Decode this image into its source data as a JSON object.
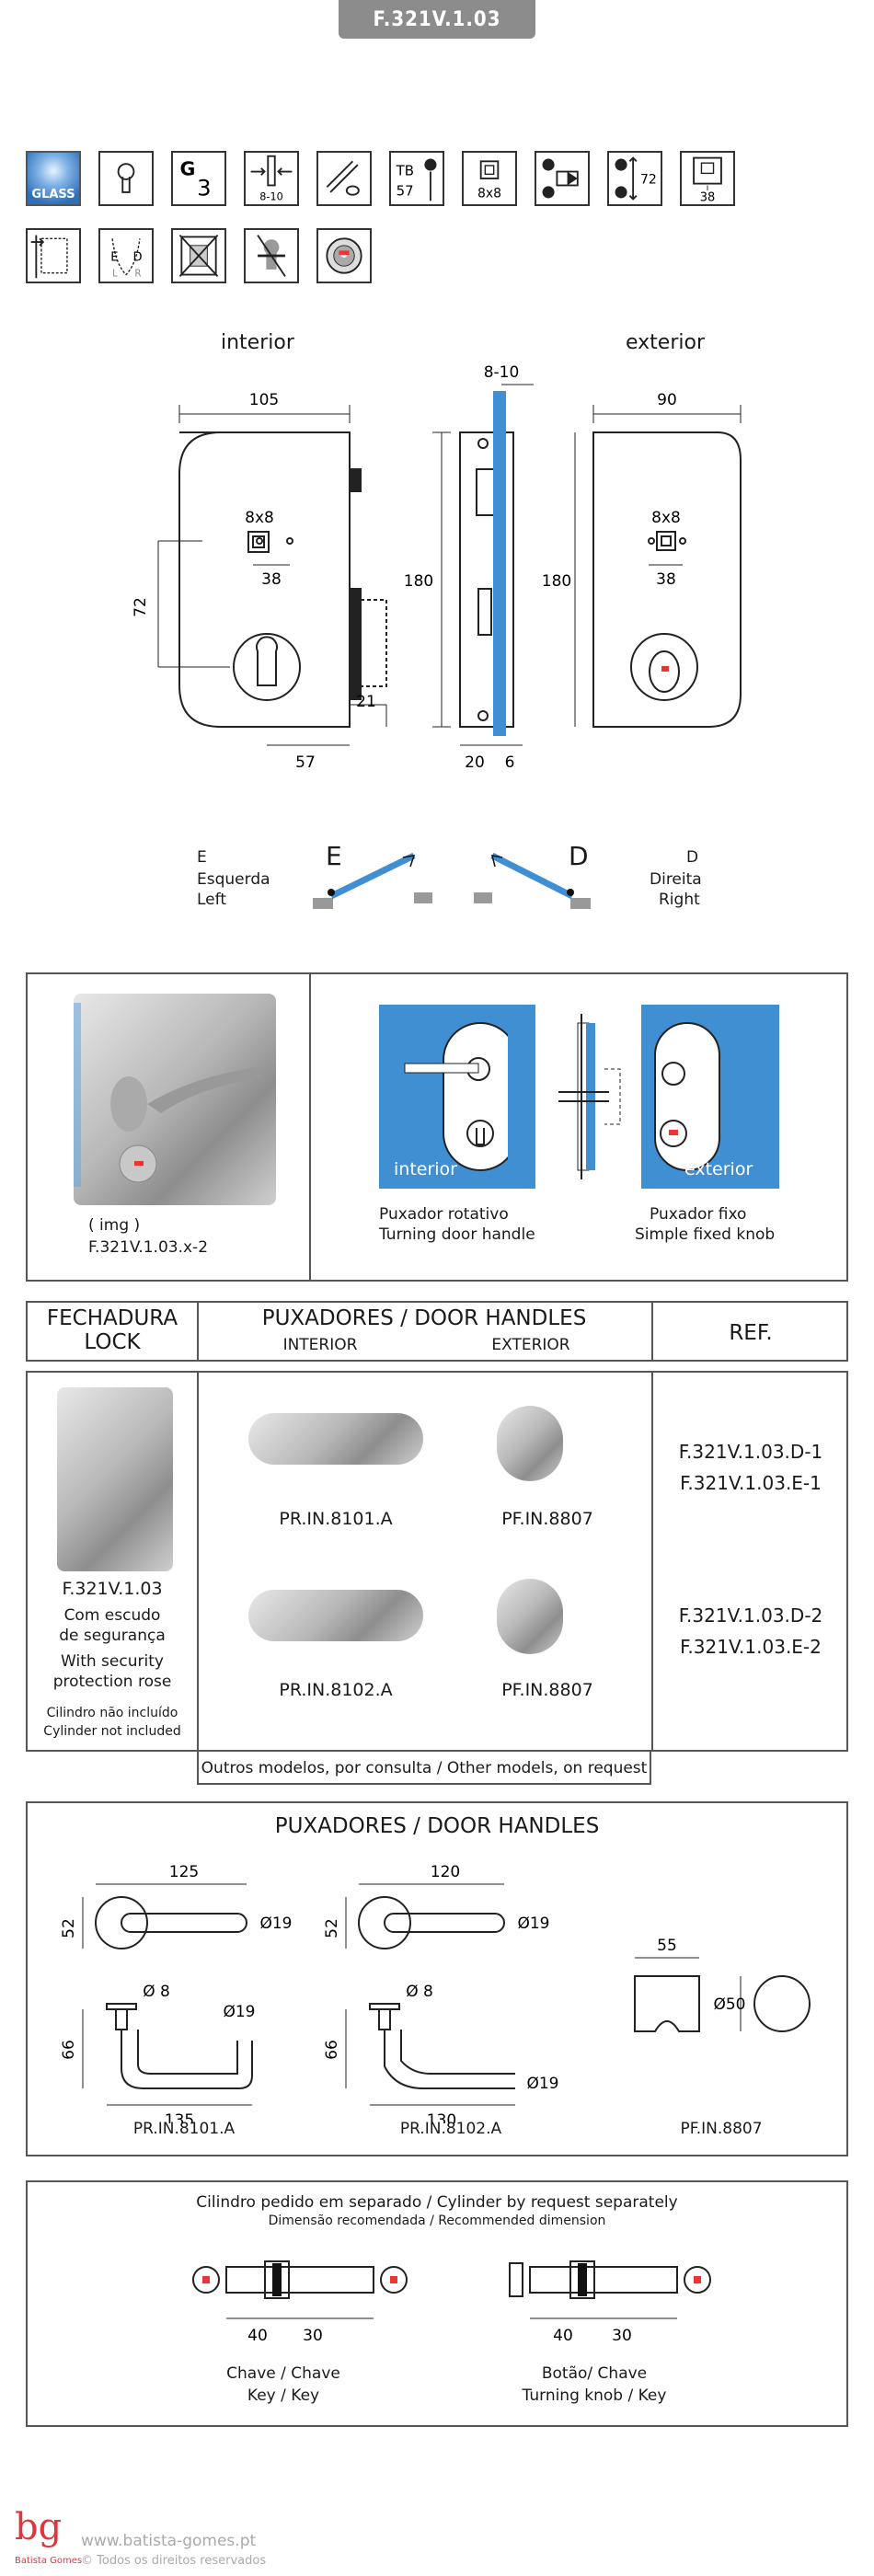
{
  "product_code": "F.321V.1.03",
  "icons_row1": [
    "glass-icon",
    "cylinder-profile-icon",
    "g3-icon",
    "glass-thickness-icon",
    "glass-clamp-icon",
    "tb-icon",
    "square-spindle-icon",
    "latch-icon",
    "height-icon",
    "lock-body-icon"
  ],
  "icons_row2": [
    "door-swing-icon",
    "left-right-hand-icon",
    "no-frame-icon",
    "no-cylinder-icon",
    "security-rose-icon"
  ],
  "icon_text": {
    "glass": "GLASS",
    "g3": "3",
    "thick": "8-10",
    "tb": "TB",
    "tb_val": "57",
    "sq": "8x8",
    "h": "72",
    "w": "38"
  },
  "drawing": {
    "interior_label": "interior",
    "exterior_label": "exterior",
    "dim_105": "105",
    "dim_90": "90",
    "dim_8_10": "8-10",
    "dim_8x8_a": "8x8",
    "dim_8x8_b": "8x8",
    "dim_38_a": "38",
    "dim_38_b": "38",
    "dim_72": "72",
    "dim_180_a": "180",
    "dim_180_b": "180",
    "dim_21": "21",
    "dim_57": "57",
    "dim_20": "20",
    "dim_6": "6"
  },
  "hand": {
    "e_letter": "E",
    "e_pt": "Esquerda",
    "e_en": "Left",
    "e_big": "E",
    "d_letter": "D",
    "d_pt": "Direita",
    "d_en": "Right",
    "d_big": "D"
  },
  "section1": {
    "img_label": "( img )",
    "img_ref": "F.321V.1.03.x-2",
    "interior": "interior",
    "exterior": "exterior",
    "left_pt": "Puxador rotativo",
    "left_en": "Turning door handle",
    "right_pt": "Puxador fixo",
    "right_en": "Simple fixed knob"
  },
  "table": {
    "col_lock": "FECHADURA",
    "col_lock2": "LOCK",
    "col_handles": "PUXADORES / DOOR HANDLES",
    "sub_interior": "INTERIOR",
    "sub_exterior": "EXTERIOR",
    "col_ref": "REF.",
    "lock_code": "F.321V.1.03",
    "lock_pt1": "Com escudo",
    "lock_pt2": "de segurança",
    "lock_en1": "With security",
    "lock_en2": "protection rose",
    "cyl_pt": "Cilindro não incluído",
    "cyl_en": "Cylinder not included",
    "rows": [
      {
        "interior": "PR.IN.8101.A",
        "exterior": "PF.IN.8807",
        "ref1": "F.321V.1.03.D-1",
        "ref2": "F.321V.1.03.E-1"
      },
      {
        "interior": "PR.IN.8102.A",
        "exterior": "PF.IN.8807",
        "ref1": "F.321V.1.03.D-2",
        "ref2": "F.321V.1.03.E-2"
      }
    ],
    "note": "Outros modelos, por consulta / Other models, on request"
  },
  "handles": {
    "title": "PUXADORES / DOOR HANDLES",
    "h1": {
      "len": "125",
      "h": "52",
      "dia": "Ø19",
      "pin": "Ø 8",
      "dia2": "Ø19",
      "depth": "66",
      "base": "135",
      "code": "PR.IN.8101.A"
    },
    "h2": {
      "len": "120",
      "h": "52",
      "dia": "Ø19",
      "pin": "Ø 8",
      "dia2": "Ø19",
      "depth": "66",
      "base": "130",
      "code": "PR.IN.8102.A"
    },
    "k": {
      "w": "55",
      "dia": "Ø50",
      "code": "PF.IN.8807"
    }
  },
  "cylinder": {
    "title": "Cilindro pedido em separado / Cylinder by request separately",
    "subtitle": "Dimensão recomendada / Recommended dimension",
    "a_40": "40",
    "a_30": "30",
    "b_40": "40",
    "b_30": "30",
    "a_pt": "Chave / Chave",
    "a_en": "Key / Key",
    "b_pt": "Botão/ Chave",
    "b_en": "Turning knob / Key"
  },
  "footer": {
    "logo": "bg",
    "logo_sub": "Batista Gomes",
    "url": "www.batista-gomes.pt",
    "copy": "© Todos os direitos reservados"
  },
  "colors": {
    "glass_blue": "#3f8fd2",
    "frame": "#555555",
    "logo_red": "#e0353b"
  }
}
